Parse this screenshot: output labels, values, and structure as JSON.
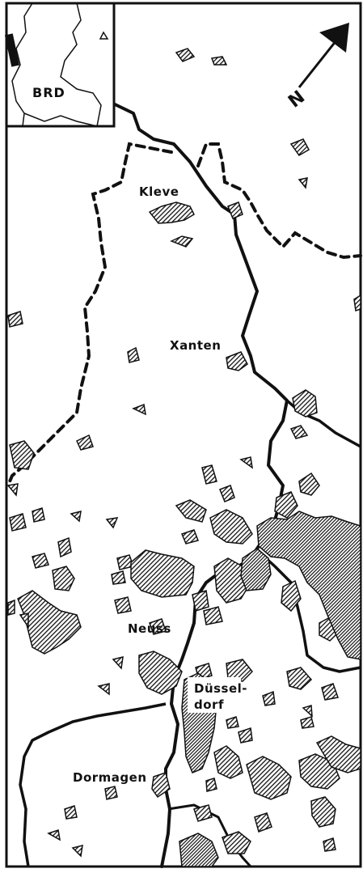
{
  "map": {
    "cities": {
      "kleve": "Kleve",
      "xanten": "Xanten",
      "neuss": "Neuss",
      "duesseldorf_line1": "Düssel-",
      "duesseldorf_line2": "dorf",
      "dormagen": "Dormagen"
    },
    "inset": {
      "country_label": "BRD"
    },
    "north_arrow": {
      "letter": "N"
    },
    "colors": {
      "ink": "#111111",
      "paper": "#ffffff"
    },
    "icons": {
      "north": "north-arrow-icon",
      "inset": "locator-inset-map"
    }
  }
}
